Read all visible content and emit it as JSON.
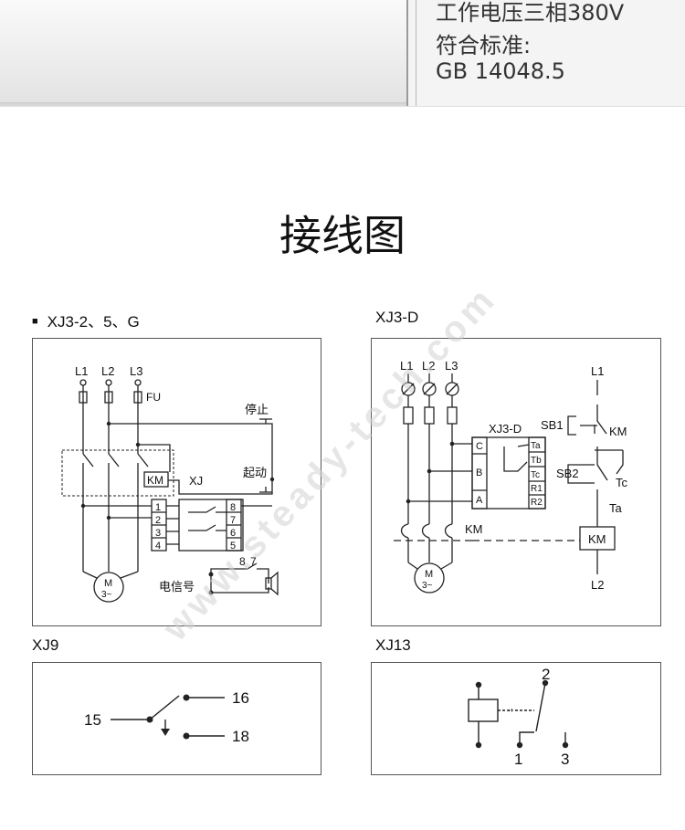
{
  "banner": {
    "spec_line_1": "工作电压三相380V",
    "spec_line_2": "符合标准:",
    "spec_line_3": "GB 14048.5"
  },
  "section_title": "接线图",
  "diagrams": {
    "xj3_2": {
      "caption": "XJ3-2、5、G",
      "bullet": "■",
      "phases": [
        "L1",
        "L2",
        "L3"
      ],
      "fuse_label": "FU",
      "stop_label": "停止",
      "start_label": "起动",
      "contactor_label": "KM",
      "relay_label": "XJ",
      "left_terminals": [
        "1",
        "2",
        "3",
        "4"
      ],
      "right_terminals": [
        "8",
        "7",
        "6",
        "5"
      ],
      "signal_label": "电信号",
      "signal_terminals": [
        "8",
        "7"
      ],
      "motor_label": "M",
      "motor_sub": "3~"
    },
    "xj3_d": {
      "caption": "XJ3-D",
      "phases": [
        "L1",
        "L2",
        "L3"
      ],
      "module_label": "XJ3-D",
      "inputs": [
        "C",
        "B",
        "A"
      ],
      "outputs": [
        "Ta",
        "Tb",
        "Tc",
        "R1",
        "R2"
      ],
      "contactor_label": "KM",
      "control_phase": "L1",
      "control_return": "L2",
      "sb1": "SB1",
      "sb2": "SB2",
      "km_contact": "KM",
      "tc_label": "Tc",
      "ta_label": "Ta",
      "coil_label": "KM",
      "motor_label": "M",
      "motor_sub": "3~"
    },
    "xj9": {
      "caption": "XJ9",
      "terminals": [
        "15",
        "16",
        "18"
      ]
    },
    "xj13": {
      "caption": "XJ13",
      "terminals": [
        "2",
        "1",
        "3"
      ]
    }
  },
  "watermark": "www.steady-tech.com"
}
